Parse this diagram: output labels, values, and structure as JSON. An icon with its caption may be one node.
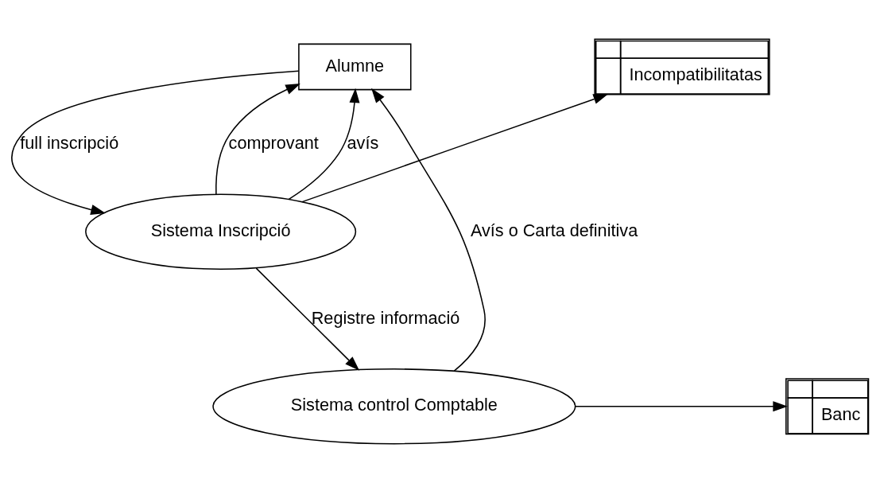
{
  "diagram": {
    "nodes": [
      {
        "text": [
          "Alumne"
        ]
      },
      {
        "text": [
          "Incompatibilitatas"
        ]
      },
      {
        "text": [
          "Sistema Inscripció"
        ]
      },
      {
        "text": [
          "Sistema control Comptable"
        ]
      },
      {
        "text": [
          "Banc"
        ]
      }
    ],
    "edges": [
      {
        "from": 0,
        "to": 2,
        "arrow": "to",
        "label": "full inscripció"
      },
      {
        "from": 2,
        "to": 0,
        "arrow": "to",
        "label": "comprovant"
      },
      {
        "from": 2,
        "to": 0,
        "arrow": "to",
        "label": "avís"
      },
      {
        "from": 2,
        "to": 1,
        "arrow": "to"
      },
      {
        "from": 2,
        "to": 3,
        "arrow": "to",
        "label": "Registre informació"
      },
      {
        "from": 3,
        "to": 0,
        "arrow": "to",
        "label": "Avís o Carta definitiva"
      },
      {
        "from": 3,
        "to": 4,
        "arrow": "to"
      }
    ]
  }
}
